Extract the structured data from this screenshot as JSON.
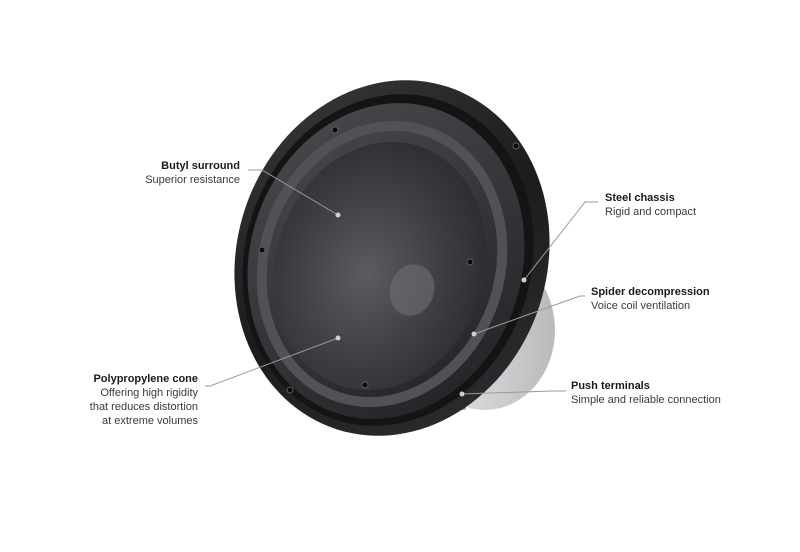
{
  "callouts": {
    "butyl": {
      "title": "Butyl surround",
      "lines": [
        "Superior resistance"
      ]
    },
    "cone": {
      "title": "Polypropylene cone",
      "lines": [
        "Offering high rigidity",
        "that reduces distortion",
        "at extreme volumes"
      ]
    },
    "chassis": {
      "title": "Steel chassis",
      "lines": [
        "Rigid and compact"
      ]
    },
    "spider": {
      "title": "Spider decompression",
      "lines": [
        "Voice coil ventilation"
      ]
    },
    "push": {
      "title": "Push terminals",
      "lines": [
        "Simple and reliable connection"
      ]
    }
  },
  "colors": {
    "leader": "#9a9a9a",
    "rim": "#1e1e1e",
    "cone": "#3b3d40",
    "surround": "#2a2b2d"
  }
}
